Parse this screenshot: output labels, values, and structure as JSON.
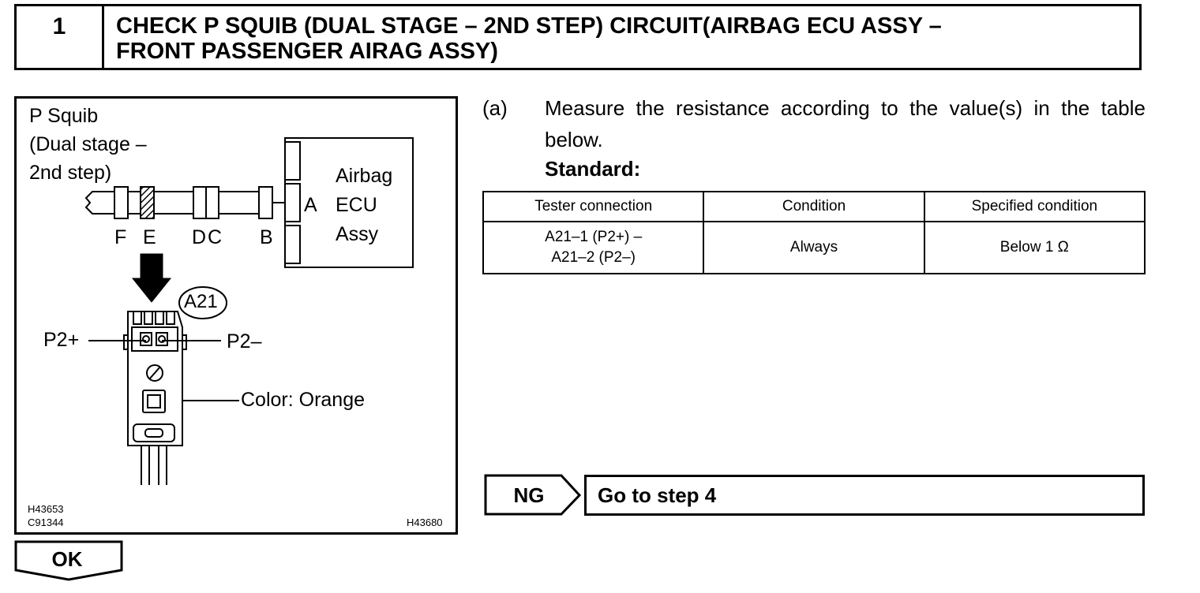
{
  "step": {
    "number": "1",
    "title_line1": "CHECK P SQUIB (DUAL STAGE – 2ND STEP) CIRCUIT(AIRBAG ECU ASSY –",
    "title_line2": "FRONT PASSENGER AIRAG ASSY)"
  },
  "figure": {
    "title_line1": "P Squib",
    "title_line2": "(Dual stage –",
    "title_line3": "2nd step)",
    "ecu_line1": "Airbag",
    "ecu_line2": "ECU",
    "ecu_line3": "Assy",
    "connector_a": "A",
    "labels": [
      "F",
      "E",
      "D",
      "C",
      "B"
    ],
    "connector_id": "A21",
    "pin_left": "P2+",
    "pin_right": "P2–",
    "color_label": "Color: Orange",
    "id_top": "H43653",
    "id_mid": "C91344",
    "id_right": "H43680"
  },
  "instruction": {
    "marker": "(a)",
    "text": "Measure the resistance according to the value(s) in the table below.",
    "standard_label": "Standard:"
  },
  "table": {
    "headers": [
      "Tester connection",
      "Condition",
      "Specified condition"
    ],
    "rows": [
      {
        "connection_line1": "A21–1 (P2+) –",
        "connection_line2": "A21–2 (P2–)",
        "condition": "Always",
        "specified": "Below 1 Ω"
      }
    ]
  },
  "result": {
    "ng_label": "NG",
    "ng_action": "Go to step 4",
    "ok_label": "OK"
  }
}
